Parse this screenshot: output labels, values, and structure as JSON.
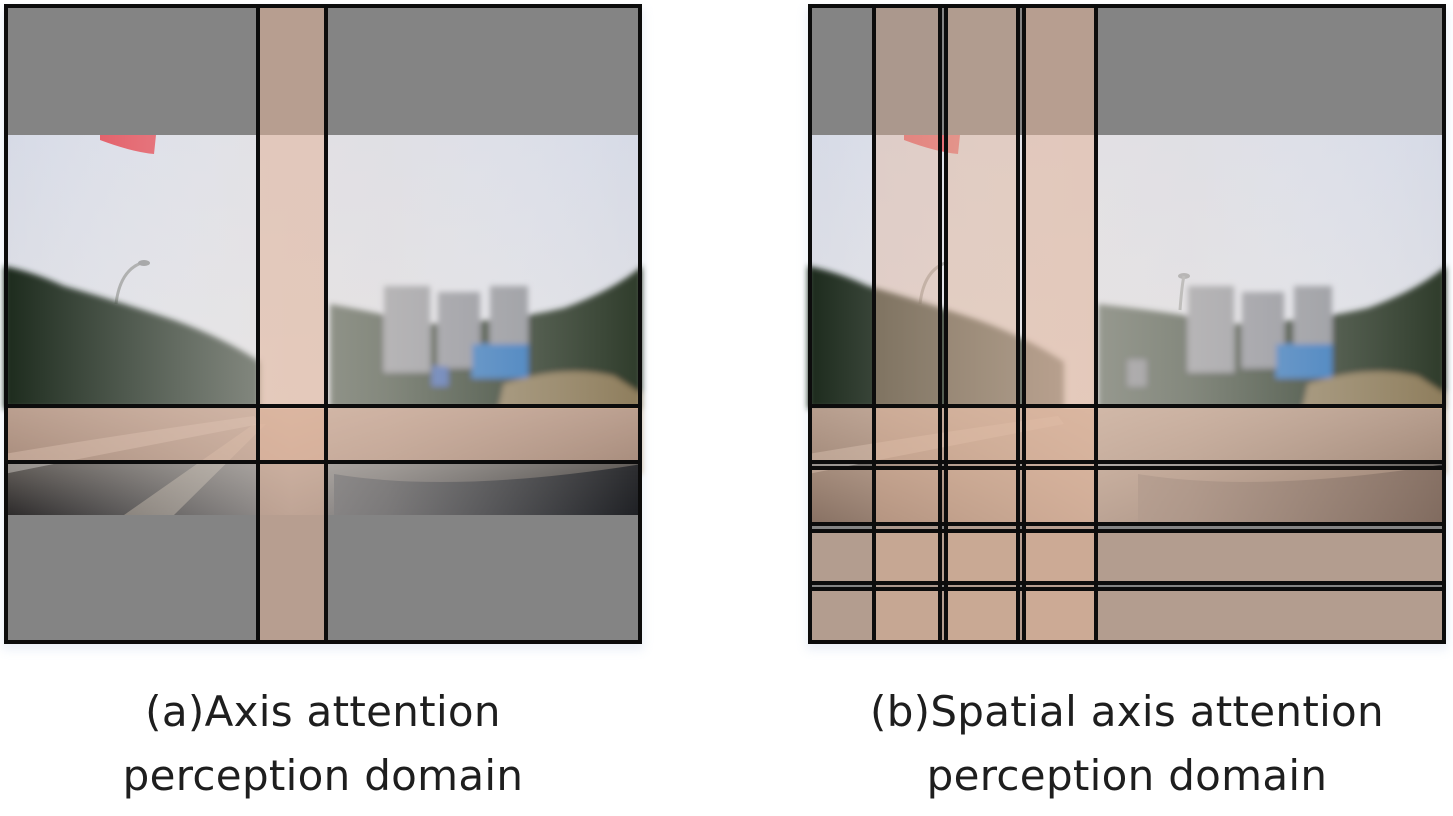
{
  "figure": {
    "panels": [
      {
        "id": "a",
        "caption_line1": "(a)Axis attention",
        "caption_line2": "perception domain"
      },
      {
        "id": "b",
        "caption_line1": "(b)Spatial axis attention",
        "caption_line2": "perception domain"
      }
    ],
    "colors": {
      "padding_gray": "#848484",
      "attention_overlay": "#e2b59a",
      "outline": "#0c0c0c",
      "sky": "#dadde8",
      "road": "#6e6a66",
      "trees": "#1f2a1c",
      "buildings": "#8a8c92",
      "caption_text": "#1e1e1e"
    }
  }
}
